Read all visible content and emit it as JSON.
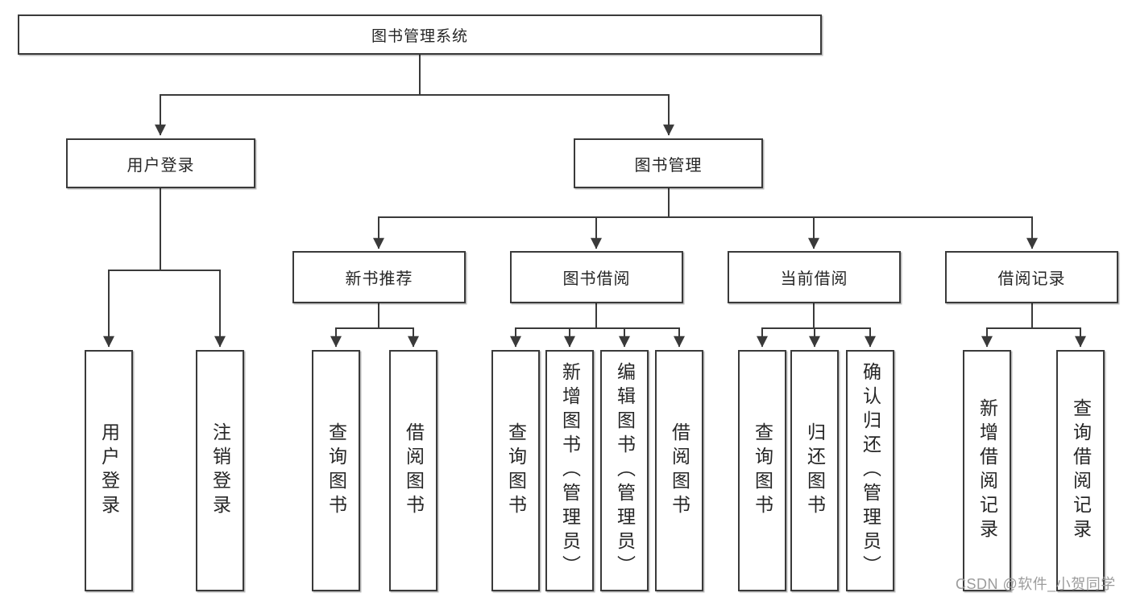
{
  "diagram": {
    "root": {
      "label": "图书管理系统"
    },
    "user_login": {
      "label": "用户登录",
      "children": [
        {
          "label": "用户登录"
        },
        {
          "label": "注销登录"
        }
      ]
    },
    "book_management": {
      "label": "图书管理",
      "modules": {
        "new_book_recommend": {
          "label": "新书推荐",
          "children": [
            {
              "label": "查询图书"
            },
            {
              "label": "借阅图书"
            }
          ]
        },
        "book_borrowing": {
          "label": "图书借阅",
          "children": [
            {
              "label": "查询图书"
            },
            {
              "label": "新增图书（管理员）"
            },
            {
              "label": "编辑图书（管理员）"
            },
            {
              "label": "借阅图书"
            }
          ]
        },
        "current_borrowing": {
          "label": "当前借阅",
          "children": [
            {
              "label": "查询图书"
            },
            {
              "label": "归还图书"
            },
            {
              "label": "确认归还（管理员）"
            }
          ]
        },
        "borrowing_records": {
          "label": "借阅记录",
          "children": [
            {
              "label": "新增借阅记录"
            },
            {
              "label": "查询借阅记录"
            }
          ]
        }
      }
    }
  },
  "watermark": {
    "text": "CSDN @软件_小贺同学"
  },
  "style": {
    "line_color": "#3a3a3a",
    "box_fill": "#ffffff",
    "text_color": "#262626",
    "watermark_color": "#9c9c9c",
    "background_color": "#ffffff"
  }
}
